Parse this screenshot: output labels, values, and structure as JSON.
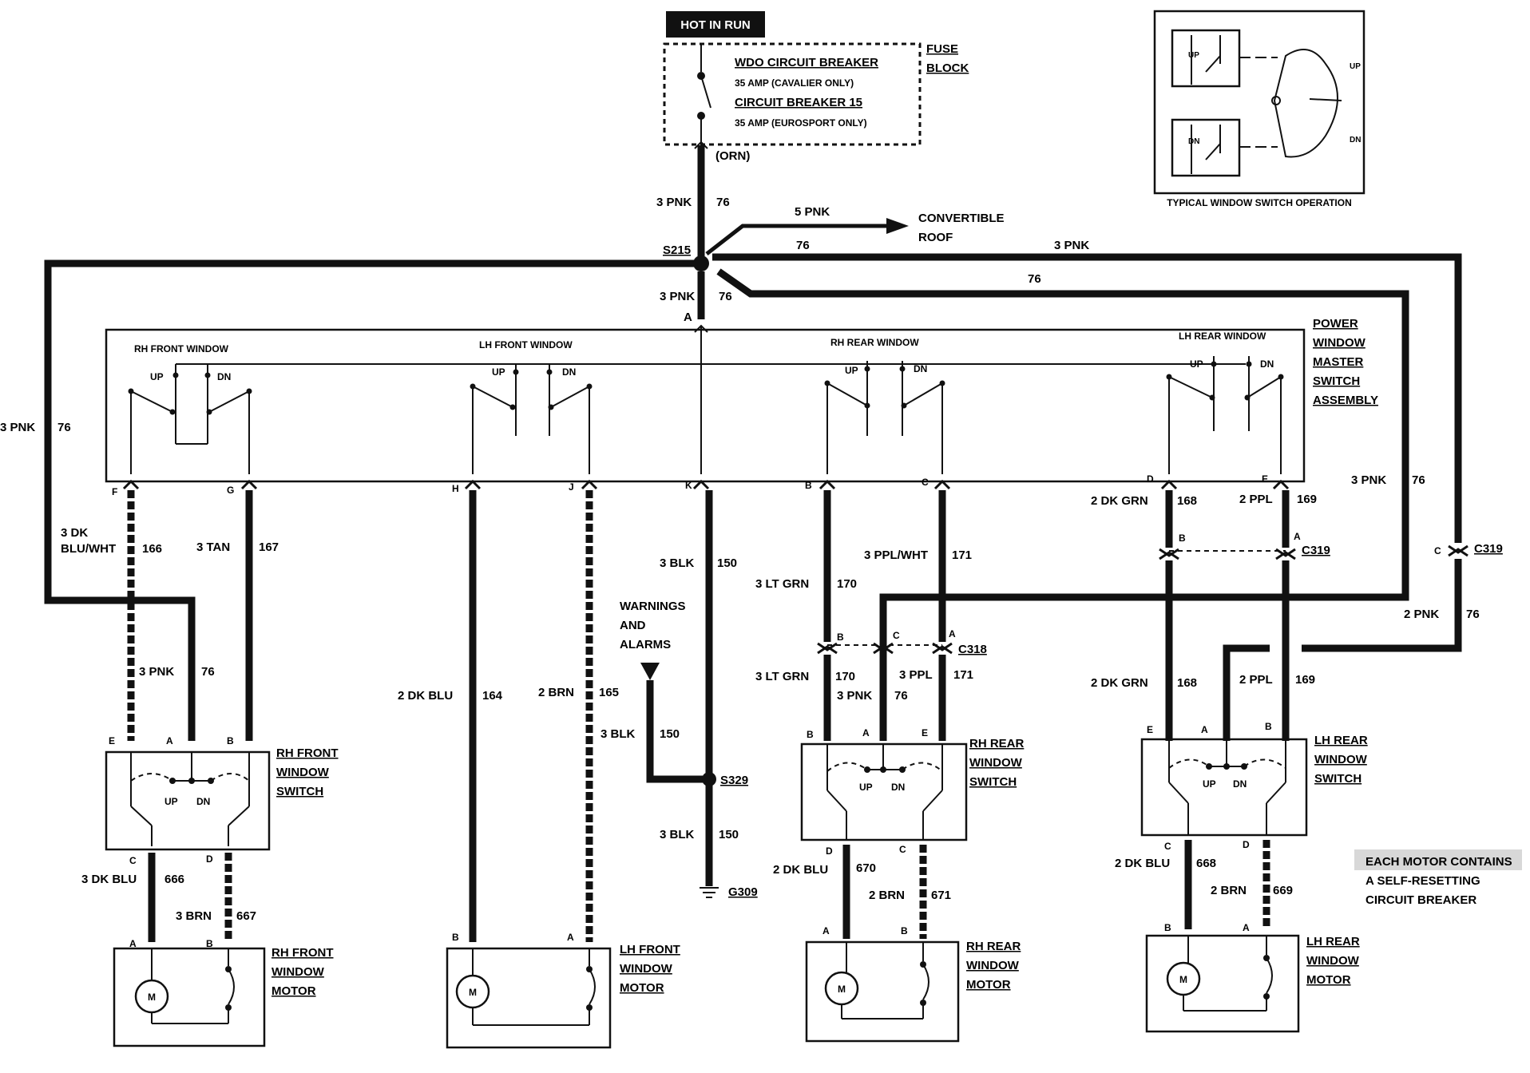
{
  "hot_label": "HOT IN RUN",
  "fuse": {
    "breaker1": "WDO CIRCUIT BREAKER",
    "amp1": "35 AMP (CAVALIER ONLY)",
    "breaker2": "CIRCUIT BREAKER 15",
    "amp2": "35 AMP (EUROSPORT ONLY)",
    "block_l1": "FUSE",
    "block_l2": "BLOCK",
    "orn": "(ORN)"
  },
  "feed": {
    "top_gauge": "3 PNK",
    "top_ckt": "76",
    "s215": "S215",
    "conv_gauge": "5 PNK",
    "conv_ckt": "76",
    "conv_l1": "CONVERTIBLE",
    "conv_l2": "ROOF",
    "right_gauge": "3 PNK",
    "right_ckt": "76",
    "down_gauge": "3 PNK",
    "down_ckt": "76",
    "pin_a": "A",
    "far_left_gauge": "3 PNK",
    "far_left_ckt": "76",
    "far_right_gauge": "3 PNK",
    "far_right_ckt": "76"
  },
  "master": {
    "title_l1": "POWER",
    "title_l2": "WINDOW",
    "title_l3": "MASTER",
    "title_l4": "SWITCH",
    "title_l5": "ASSEMBLY",
    "rh_front": "RH FRONT WINDOW",
    "lh_front": "LH FRONT WINDOW",
    "rh_rear": "RH REAR WINDOW",
    "lh_rear": "LH REAR WINDOW",
    "up": "UP",
    "dn": "DN",
    "pins": [
      "F",
      "G",
      "H",
      "J",
      "K",
      "B",
      "C",
      "D",
      "E"
    ]
  },
  "wires": {
    "f_gauge_l1": "3 DK",
    "f_gauge_l2": "BLU/WHT",
    "f_ckt": "166",
    "g_gauge": "3 TAN",
    "g_ckt": "167",
    "h_gauge": "2 DK BLU",
    "h_ckt": "164",
    "j_gauge": "2 BRN",
    "j_ckt": "165",
    "k_gauge": "3 BLK",
    "k_ckt": "150",
    "b_gauge": "3 LT GRN",
    "b_ckt": "170",
    "c_gauge": "3 PPL/WHT",
    "c_ckt": "171",
    "d_gauge": "2 DK GRN",
    "d_ckt": "168",
    "e_gauge": "2 PPL",
    "e_ckt": "169",
    "rhf_feed_gauge": "3 PNK",
    "rhf_feed_ckt": "76"
  },
  "ground": {
    "warn_l1": "WARNINGS",
    "warn_l2": "AND",
    "warn_l3": "ALARMS",
    "warn_gauge": "3  BLK",
    "warn_ckt": "150",
    "s329": "S329",
    "gnd_gauge": "3 BLK",
    "gnd_ckt": "150",
    "g309": "G309"
  },
  "c318": {
    "name": "C318",
    "pin_b": "B",
    "pin_c": "C",
    "pin_a": "A",
    "b_gauge": "3 LT GRN",
    "b_ckt": "170",
    "c_gauge": "3 PNK",
    "c_ckt": "76",
    "a_gauge": "3 PPL",
    "a_ckt": "171"
  },
  "c319": {
    "name": "C319",
    "pin_b": "B",
    "pin_a": "A",
    "c_label": "C",
    "c_name": "C319",
    "b_gauge": "2 DK GRN",
    "b_ckt": "168",
    "a_gauge": "2 PPL",
    "a_ckt": "169",
    "c_gauge": "2 PNK",
    "c_ckt": "76"
  },
  "rh_front_switch": {
    "l1": "RH FRONT",
    "l2": "WINDOW",
    "l3": "SWITCH",
    "pin_e": "E",
    "pin_a": "A",
    "pin_b": "B",
    "pin_c": "C",
    "pin_d": "D",
    "up": "UP",
    "dn": "DN",
    "c_gauge": "3 DK BLU",
    "c_ckt": "666",
    "d_gauge": "3 BRN",
    "d_ckt": "667"
  },
  "rh_rear_switch": {
    "l1": "RH REAR",
    "l2": "WINDOW",
    "l3": "SWITCH",
    "pin_b": "B",
    "pin_a": "A",
    "pin_e": "E",
    "pin_d": "D",
    "pin_c": "C",
    "up": "UP",
    "dn": "DN",
    "d_gauge": "2 DK BLU",
    "d_ckt": "670",
    "c_gauge": "2 BRN",
    "c_ckt": "671"
  },
  "lh_rear_switch": {
    "l1": "LH REAR",
    "l2": "WINDOW",
    "l3": "SWITCH",
    "pin_e": "E",
    "pin_a": "A",
    "pin_b": "B",
    "pin_c": "C",
    "pin_d": "D",
    "up": "UP",
    "dn": "DN",
    "e_gauge": "2 DK GRN",
    "e_ckt": "168",
    "b_gauge": "2 PPL",
    "b_ckt": "169",
    "c_gauge": "2 DK BLU",
    "c_ckt": "668",
    "d_gauge": "2 BRN",
    "d_ckt": "669"
  },
  "motors": {
    "rhf": {
      "l1": "RH FRONT",
      "l2": "WINDOW",
      "l3": "MOTOR",
      "pa": "A",
      "pb": "B"
    },
    "lhf": {
      "l1": "LH FRONT",
      "l2": "WINDOW",
      "l3": "MOTOR",
      "pa": "A",
      "pb": "B"
    },
    "rhr": {
      "l1": "RH REAR",
      "l2": "WINDOW",
      "l3": "MOTOR",
      "pa": "A",
      "pb": "B"
    },
    "lhr": {
      "l1": "LH REAR",
      "l2": "WINDOW",
      "l3": "MOTOR",
      "pa": "A",
      "pb": "B"
    },
    "m": "M"
  },
  "note": {
    "l1": "EACH MOTOR CONTAINS",
    "l2": "A SELF-RESETTING",
    "l3": "CIRCUIT BREAKER"
  },
  "inset": {
    "caption": "TYPICAL WINDOW SWITCH OPERATION",
    "up": "UP",
    "dn": "DN",
    "arc_up": "UP",
    "arc_dn": "DN"
  }
}
